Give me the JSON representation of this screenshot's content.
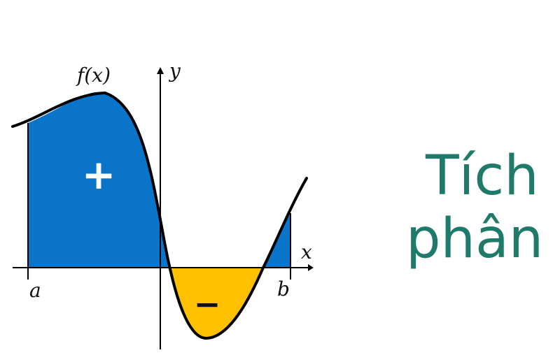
{
  "labels": {
    "function": "f(x)",
    "y_axis": "y",
    "x_axis": "x",
    "a": "a",
    "b": "b",
    "positive_sign": "+",
    "negative_sign": "−"
  },
  "title": {
    "line1": "Tích",
    "line2": "phân"
  },
  "colors": {
    "positive_area": "#0a74c9",
    "negative_area": "#ffc000",
    "curve": "#000000",
    "title": "#1f7a6a"
  }
}
